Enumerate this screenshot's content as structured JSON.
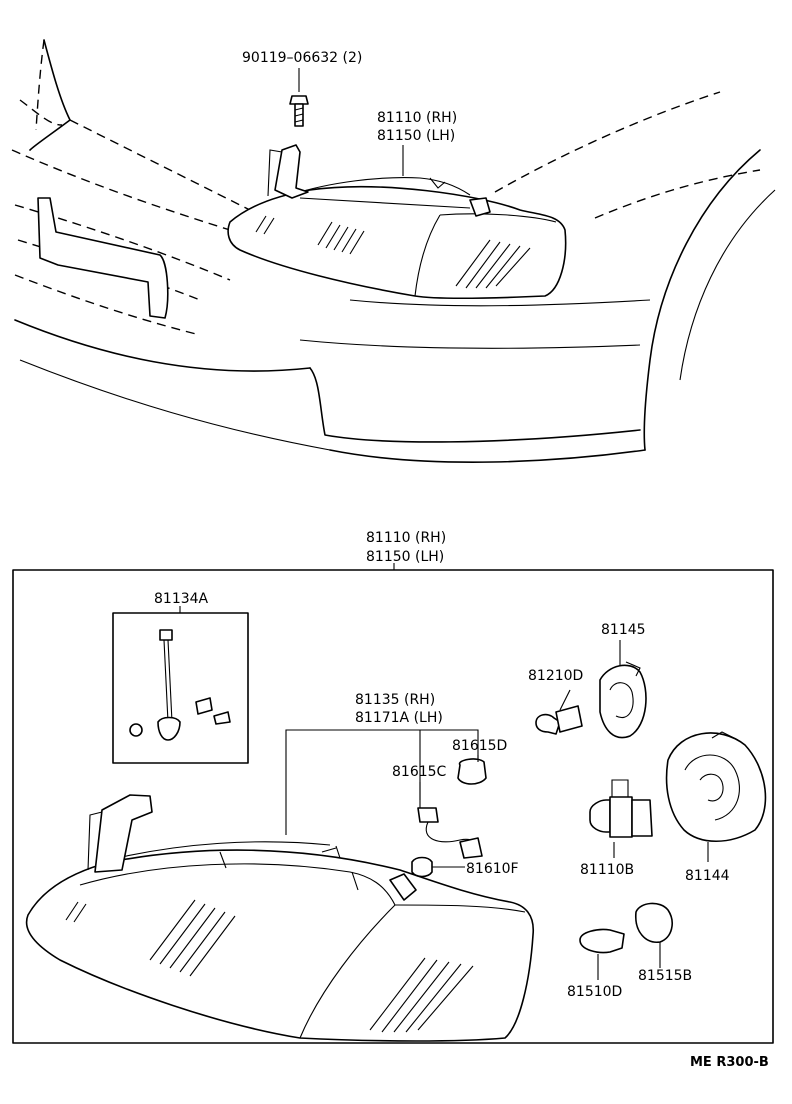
{
  "labels": {
    "bolt": "90119–06632 (2)",
    "top_rh": "81110 (RH)",
    "top_lh": "81150 (LH)",
    "box_rh": "81110 (RH)",
    "box_lh": "81150 (LH)",
    "adjuster": "81134A",
    "socket_rh": "81135  (RH)",
    "socket_lh": "81171A (LH)",
    "p81615D": "81615D",
    "p81615C": "81615C",
    "p81610F": "81610F",
    "p81210D": "81210D",
    "p81145": "81145",
    "p81110B": "81110B",
    "p81144": "81144",
    "p81510D": "81510D",
    "p81515B": "81515B"
  },
  "reference": "ME R300-B"
}
